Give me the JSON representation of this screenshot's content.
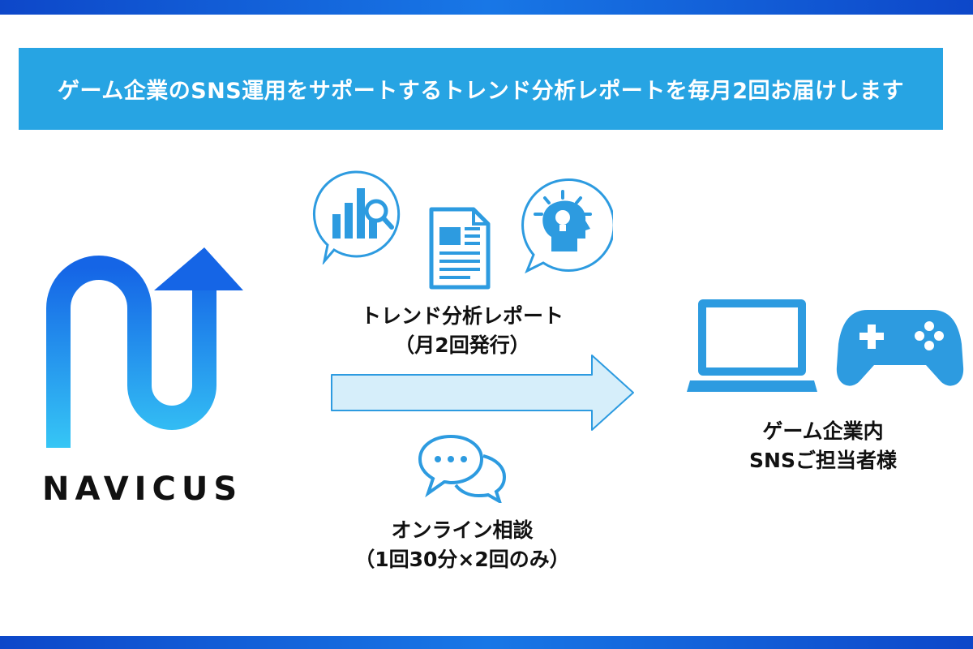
{
  "banner": {
    "text": "ゲーム企業のSNS運用をサポートするトレンド分析レポートを毎月2回お届けします"
  },
  "logo": {
    "name": "NAVICUS"
  },
  "report": {
    "line1": "トレンド分析レポート",
    "line2": "（月2回発行）"
  },
  "consult": {
    "line1": "オンライン相談",
    "line2": "（1回30分×2回のみ）"
  },
  "target": {
    "line1": "ゲーム企業内",
    "line2": "SNSご担当者様"
  },
  "colors": {
    "accent": "#27a4e3",
    "icon": "#2d9be0",
    "arrow_fill": "#d6eefa",
    "bar": "#0d47c9"
  },
  "icons": [
    "chart-magnifier-icon",
    "document-icon",
    "lightbulb-head-icon",
    "chat-bubbles-icon",
    "laptop-icon",
    "gamepad-icon",
    "up-arrow-logo"
  ]
}
